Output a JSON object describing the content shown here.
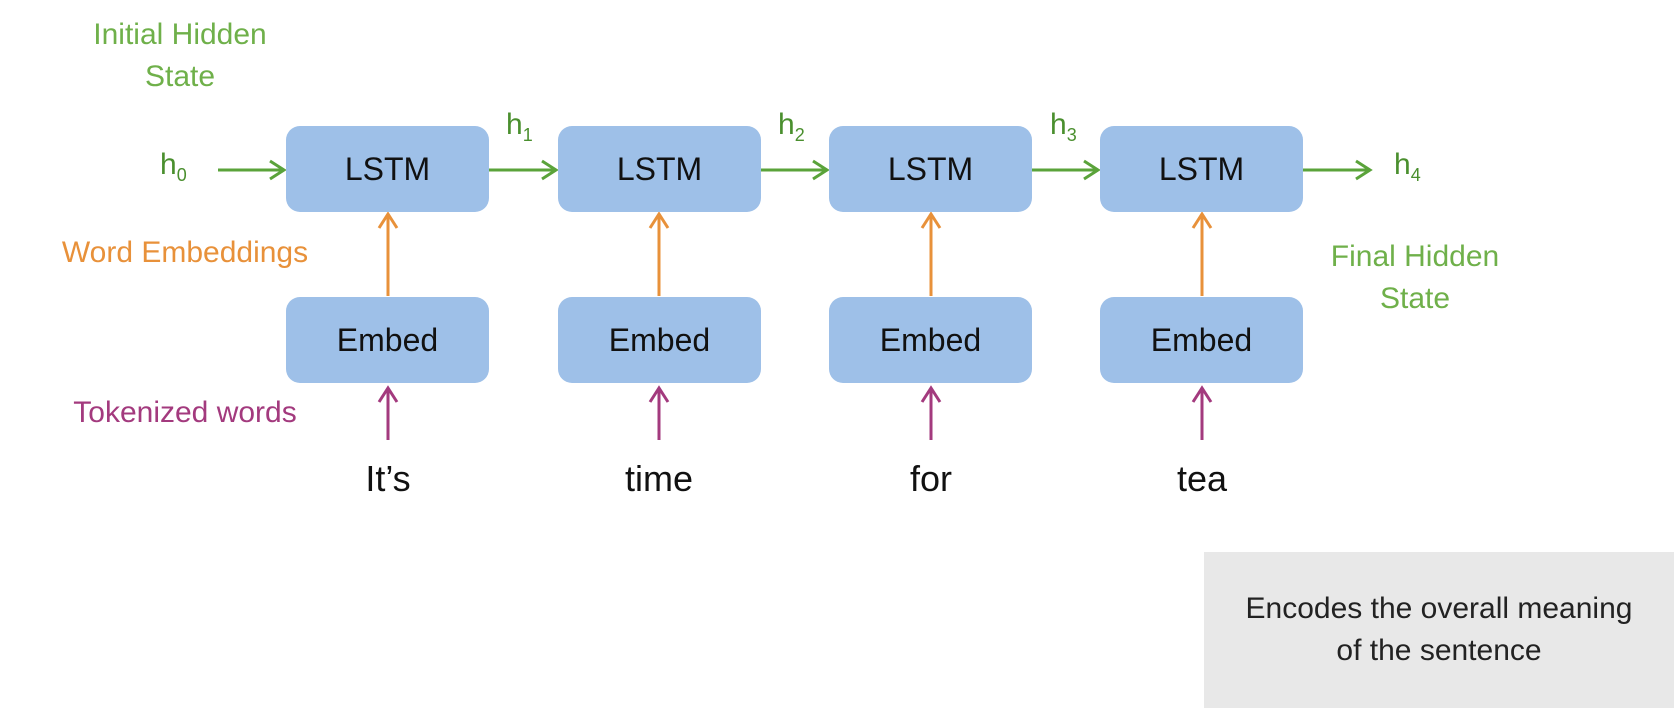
{
  "labels": {
    "initial_hidden_state": "Initial Hidden State",
    "word_embeddings": "Word Embeddings",
    "tokenized_words": "Tokenized words",
    "final_hidden_state": "Final Hidden State"
  },
  "hidden": [
    {
      "base": "h",
      "sub": "0"
    },
    {
      "base": "h",
      "sub": "1"
    },
    {
      "base": "h",
      "sub": "2"
    },
    {
      "base": "h",
      "sub": "3"
    },
    {
      "base": "h",
      "sub": "4"
    }
  ],
  "cells": [
    {
      "lstm": "LSTM",
      "embed": "Embed",
      "word": "It’s"
    },
    {
      "lstm": "LSTM",
      "embed": "Embed",
      "word": "time"
    },
    {
      "lstm": "LSTM",
      "embed": "Embed",
      "word": "for"
    },
    {
      "lstm": "LSTM",
      "embed": "Embed",
      "word": "tea"
    }
  ],
  "note": "Encodes the overall meaning of the sentence",
  "colors": {
    "green_label": "#6fb04a",
    "hidden_arrow": "#5aa33a",
    "orange": "#e8913a",
    "purple": "#a33a7e",
    "box_fill": "#9ec0e8",
    "note_bg": "#e8e8e8"
  }
}
